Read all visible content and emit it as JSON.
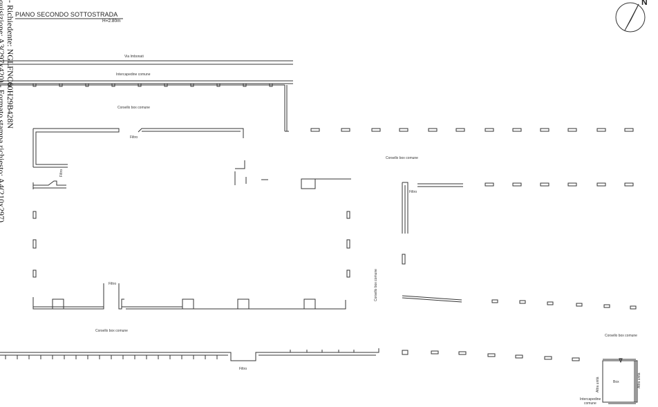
{
  "sidebar": {
    "line1": "- Richiedente: NGLFNC60H29B428N",
    "line2": "quisizione: A3(297x420) - Formato stampa richiesto: A4(210x297)"
  },
  "header": {
    "title": "PIANO SECONDO SOTTOSTRADA",
    "height": "H=2.80m"
  },
  "compass": {
    "letter": "N"
  },
  "labels": {
    "via": "Via Imbonati",
    "intercapedine_top": "Intercapedine comune",
    "corsello_top": "Corsello box comune",
    "filtro_1": "Filtro",
    "filtro_2": "Filtro",
    "filtro_3": "Filtro",
    "filtro_4": "Filtro",
    "filtro_5": "Filtro",
    "corsello_right": "Corsello box comune",
    "corsello_vertical": "Corsello box comune",
    "corsello_bottom_left": "Corsello box comune",
    "corsello_bottom_right": "Corsello box comune",
    "box": "Box",
    "altra_unita_left": "Altra unità",
    "altra_unita_right": "Altra unità",
    "intercapedine_bottom_1": "Intercapedine",
    "intercapedine_bottom_2": "comune"
  }
}
